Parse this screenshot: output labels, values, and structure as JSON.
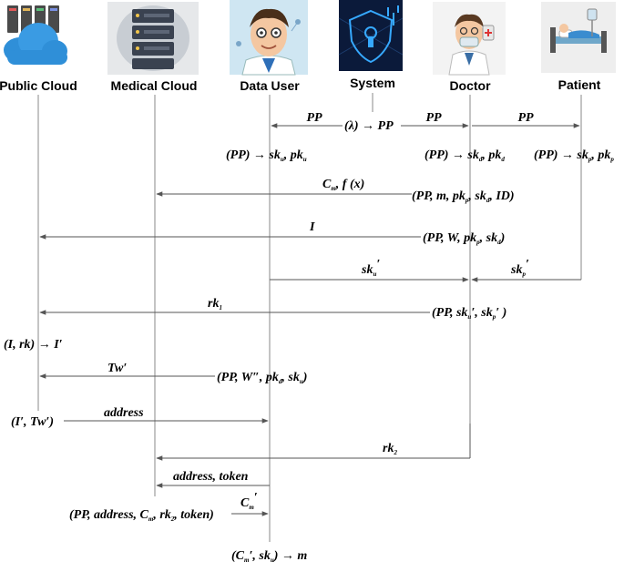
{
  "actors": [
    {
      "id": "public_cloud",
      "label": "Public Cloud",
      "icon": "server-cloud-icon"
    },
    {
      "id": "medical_cloud",
      "label": "Medical Cloud",
      "icon": "server-rack-icon"
    },
    {
      "id": "data_user",
      "label": "Data User",
      "icon": "scientist-icon"
    },
    {
      "id": "system",
      "label": "System",
      "icon": "security-shield-icon"
    },
    {
      "id": "doctor",
      "label": "Doctor",
      "icon": "doctor-icon"
    },
    {
      "id": "patient",
      "label": "Patient",
      "icon": "hospital-bed-icon"
    }
  ],
  "texts": {
    "lambda_pp": "(λ) → PP",
    "pp_left": "PP",
    "pp_mid": "PP",
    "pp_right": "PP",
    "du_keygen_pre": "(PP) → sk",
    "du_keygen_s1": "u",
    "du_keygen_mid": ", pk",
    "du_keygen_s2": "u",
    "doc_keygen_pre": "(PP) → sk",
    "doc_keygen_s1": "d",
    "doc_keygen_mid": ", pk",
    "doc_keygen_s2": "d",
    "pat_keygen_pre": "(PP) → sk",
    "pat_keygen_s1": "p",
    "pat_keygen_mid": ", pk",
    "pat_keygen_s2": "p",
    "cm_fx_a": "C",
    "cm_fx_sub": "m",
    "cm_fx_b": ", f (x)",
    "doc_enc_a": "(PP, m, pk",
    "doc_enc_s1": "p",
    "doc_enc_b": ", sk",
    "doc_enc_s2": "d",
    "doc_enc_c": ", ID)",
    "index_label": "I",
    "doc_index_a": "(PP, W, pk",
    "doc_index_s1": "p",
    "doc_index_b": ", sk",
    "doc_index_s2": "d",
    "doc_index_c": ")",
    "sku_prime_a": "sk",
    "sku_prime_sub": "u",
    "sku_prime_b": "′",
    "skp_prime_a": "sk",
    "skp_prime_sub": "p",
    "skp_prime_b": "′",
    "rk1_a": "rk",
    "rk1_sub": "1",
    "doc_rk_a": "(PP, sk",
    "doc_rk_s1": "u",
    "doc_rk_b": "′, sk",
    "doc_rk_s2": "p",
    "doc_rk_c": "′ )",
    "pc_update": "(I, rk) → I′",
    "tw_label": "Tw′",
    "du_trap_a": "(PP, W″, pk",
    "du_trap_s1": "d",
    "du_trap_b": ", sk",
    "du_trap_s2": "u",
    "du_trap_c": ")",
    "pc_search": "(I′, Tw′)",
    "address_label": "address",
    "rk2_a": "rk",
    "rk2_sub": "2",
    "addr_token": "address, token",
    "mc_reenc_a": "(PP, address, C",
    "mc_reenc_s1": "m",
    "mc_reenc_b": ", rk",
    "mc_reenc_s2": "2",
    "mc_reenc_c": ", token)",
    "cm_prime_a": "C",
    "cm_prime_sub": "m",
    "cm_prime_b": "′",
    "dec_a": "(C",
    "dec_s1": "m",
    "dec_b": "′, sk",
    "dec_s2": "u",
    "dec_c": ") → m"
  },
  "colors": {
    "lifeline": "#7f7f7f",
    "arrow": "#555555",
    "cloud_blue": "#2f8fd8",
    "server_dark": "#3a4250",
    "shield_bg": "#0b1a3a",
    "shield_glow": "#36a9ff"
  }
}
